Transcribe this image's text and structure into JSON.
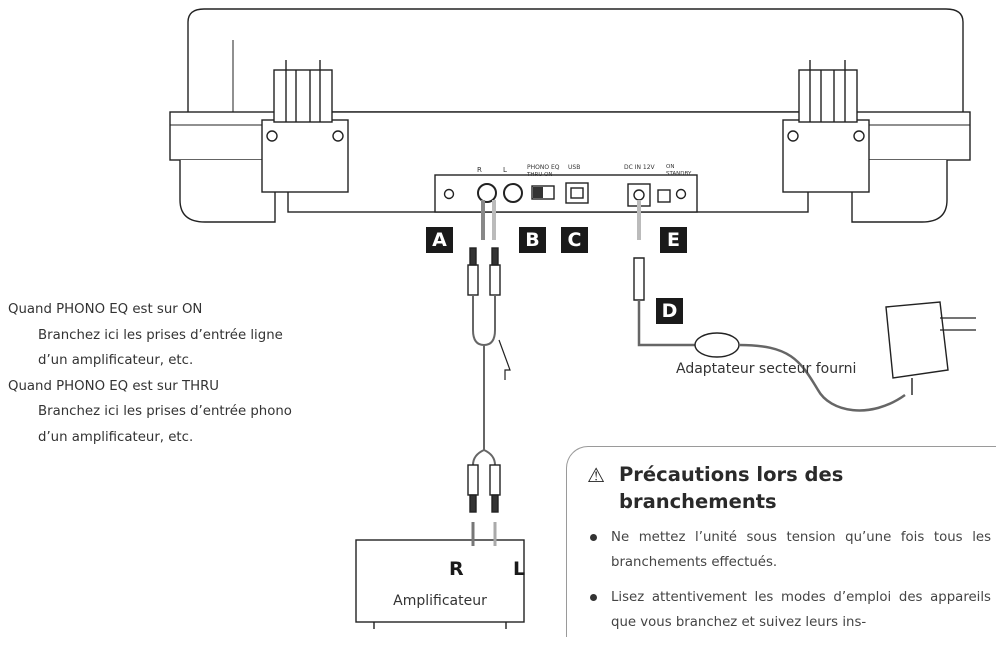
{
  "panel": {
    "jack_r": "R",
    "jack_l": "L",
    "phono_eq_title": "PHONO EQ",
    "phono_eq_positions": "THRU   ON",
    "usb_label": "USB",
    "dc_in_label": "DC IN 12V",
    "power_on": "ON",
    "power_standby": "STANDBY"
  },
  "markers": {
    "a": "A",
    "b": "B",
    "c": "C",
    "d": "D",
    "e": "E"
  },
  "notes": {
    "on_heading": "Quand PHONO EQ est sur ON",
    "on_line1": "Branchez ici les prises d’entrée ligne",
    "on_line2": "d’un amplificateur, etc.",
    "thru_heading": "Quand PHONO EQ est sur THRU",
    "thru_line1": "Branchez ici les prises d’entrée phono",
    "thru_line2": "d’un amplificateur, etc."
  },
  "adapter_label": "Adaptateur secteur fourni",
  "amplifier": {
    "label": "Amplificateur",
    "r": "R",
    "l": "L"
  },
  "caution": {
    "icon": "warning-triangle-icon",
    "title": "Précautions lors des branchements",
    "items": [
      "Ne mettez l’unité sous tension qu’une fois tous les branchements effectués.",
      "Lisez attentivement les modes d’emploi des appareils que vous branchez et suivez leurs ins-"
    ]
  }
}
